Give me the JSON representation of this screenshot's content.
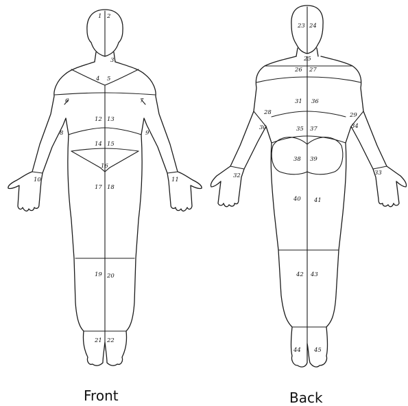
{
  "figures": [
    {
      "key": "front",
      "caption": "Front",
      "regions": [
        "1",
        "2",
        "3",
        "4",
        "5",
        "6",
        "7",
        "8",
        "9",
        "10",
        "11",
        "12",
        "13",
        "14",
        "15",
        "16",
        "17",
        "18",
        "19",
        "20",
        "21",
        "22"
      ]
    },
    {
      "key": "back",
      "caption": "Back",
      "regions": [
        "23",
        "24",
        "25",
        "26",
        "27",
        "28",
        "29",
        "30",
        "31",
        "32",
        "33",
        "34",
        "35",
        "36",
        "37",
        "38",
        "39",
        "40",
        "41",
        "42",
        "43",
        "44",
        "45"
      ]
    }
  ]
}
